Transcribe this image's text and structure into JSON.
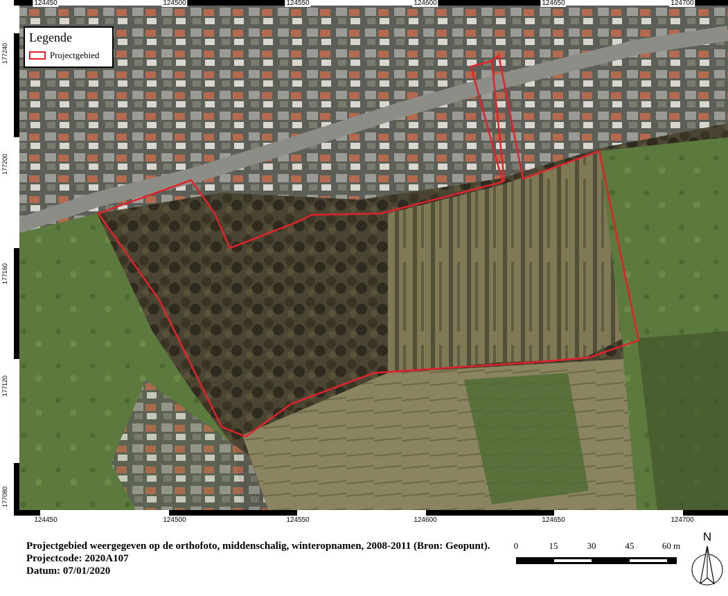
{
  "map": {
    "x_ticks": [
      "124450",
      "124500",
      "124550",
      "124600",
      "124650",
      "124700"
    ],
    "y_ticks": [
      "177240",
      "177200",
      "177160",
      "177120",
      "177080"
    ],
    "boundary_color": "#e3212b"
  },
  "legend": {
    "title": "Legende",
    "item_label": "Projectgebied"
  },
  "caption": {
    "line1": "Projectgebied weergegeven op de orthofoto, middenschalig, winteropnamen, 2008-2011 (Bron: Geopunt).",
    "line2": "Projectcode: 2020A107",
    "line3": "Datum: 07/01/2020"
  },
  "scale": {
    "labels": [
      "0",
      "15",
      "30",
      "45",
      "60 m"
    ]
  },
  "north_arrow": {
    "letter": "N"
  }
}
